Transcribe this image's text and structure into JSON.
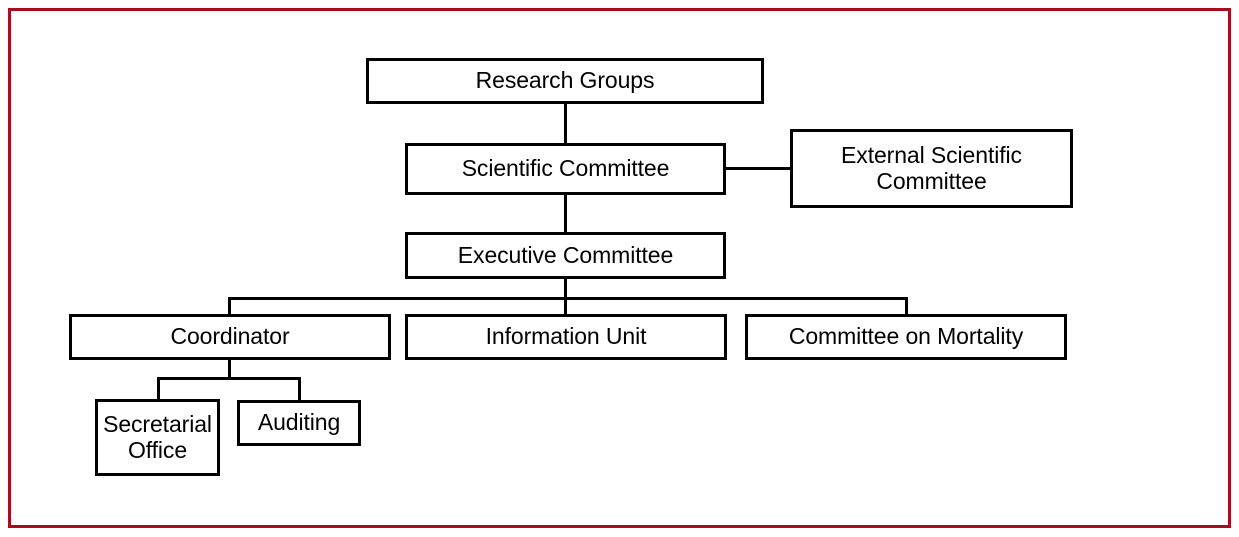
{
  "diagram": {
    "title": "Organizational structure chart",
    "frame_color": "#a80c1e",
    "box_border_color": "#000000",
    "background_color": "#ffffff",
    "nodes": {
      "research_groups": {
        "label": "Research Groups"
      },
      "scientific_committee": {
        "label": "Scientific Committee"
      },
      "external_scientific_committee": {
        "label": "External Scientific\nCommittee",
        "line1": "External Scientific",
        "line2": "Committee"
      },
      "executive_committee": {
        "label": "Executive Committee"
      },
      "coordinator": {
        "label": "Coordinator"
      },
      "information_unit": {
        "label": "Information Unit"
      },
      "committee_on_mortality": {
        "label": "Committee on Mortality"
      },
      "secretarial_office": {
        "label": "Secretarial\nOffice",
        "line1": "Secretarial",
        "line2": "Office"
      },
      "auditing": {
        "label": "Auditing"
      }
    },
    "edges": [
      {
        "from": "research_groups",
        "to": "scientific_committee",
        "type": "vertical"
      },
      {
        "from": "scientific_committee",
        "to": "external_scientific_committee",
        "type": "horizontal"
      },
      {
        "from": "scientific_committee",
        "to": "executive_committee",
        "type": "vertical"
      },
      {
        "from": "executive_committee",
        "to": "coordinator",
        "type": "branch"
      },
      {
        "from": "executive_committee",
        "to": "information_unit",
        "type": "branch"
      },
      {
        "from": "executive_committee",
        "to": "committee_on_mortality",
        "type": "branch"
      },
      {
        "from": "coordinator",
        "to": "secretarial_office",
        "type": "branch"
      },
      {
        "from": "coordinator",
        "to": "auditing",
        "type": "branch"
      }
    ]
  }
}
